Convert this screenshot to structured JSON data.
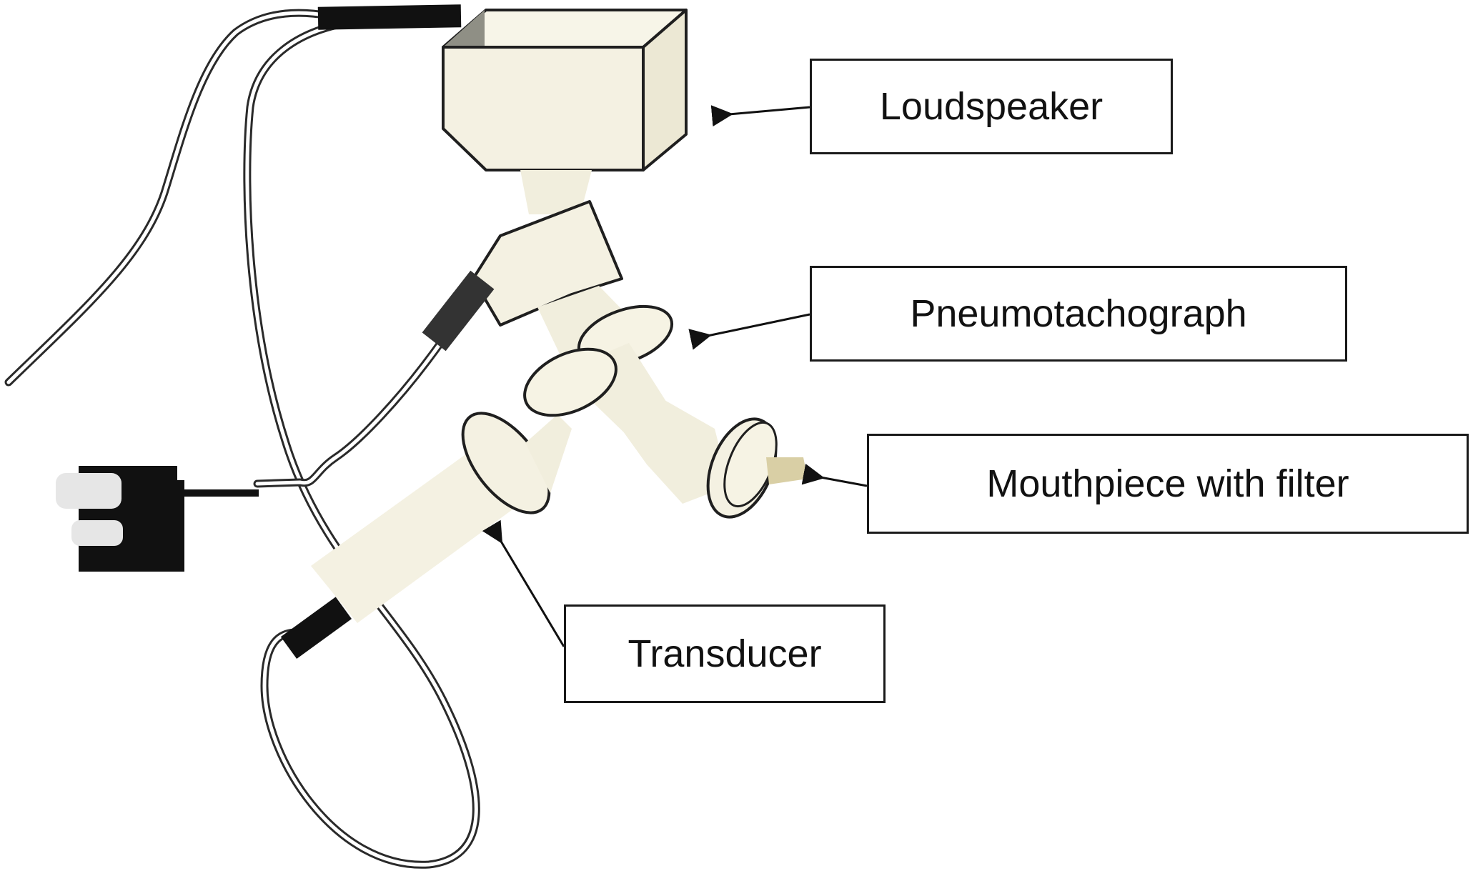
{
  "labels": {
    "loudspeaker": "Loudspeaker",
    "pneumotachograph": "Pneumotachograph",
    "mouthpiece": "Mouthpiece with filter",
    "transducer": "Transducer"
  },
  "colors": {
    "device_body": "#f4f1e2",
    "device_shadow": "#8f8f85",
    "outline": "#1f1f1f",
    "cable": "#2a2a2a",
    "filter_tip": "#d9cfa5",
    "background": "#ffffff"
  }
}
